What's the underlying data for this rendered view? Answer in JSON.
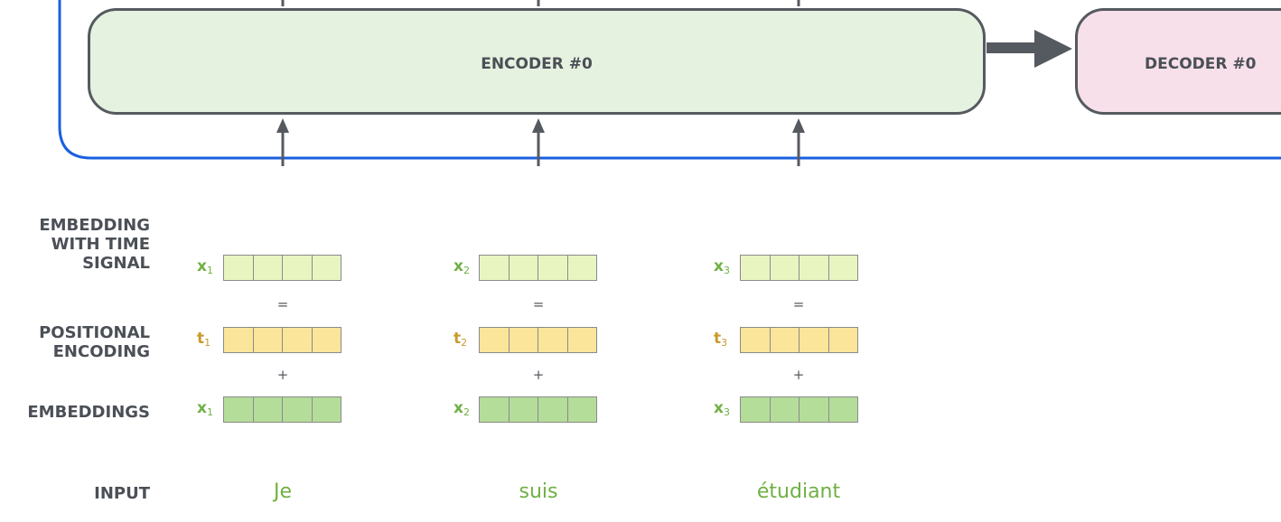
{
  "encoder": {
    "label": "ENCODER #0"
  },
  "decoder": {
    "label": "DECODER #0"
  },
  "row_labels": {
    "embedding_with_time_signal": [
      "EMBEDDING",
      "WITH TIME",
      "SIGNAL"
    ],
    "positional_encoding": [
      "POSITIONAL",
      "ENCODING"
    ],
    "embeddings": "EMBEDDINGS",
    "input": "INPUT"
  },
  "operators": {
    "equals": "=",
    "plus": "+"
  },
  "columns": [
    {
      "time_signal": {
        "sym": "x",
        "sub": "1"
      },
      "positional": {
        "sym": "t",
        "sub": "1"
      },
      "embedding": {
        "sym": "x",
        "sub": "1"
      },
      "word": "Je"
    },
    {
      "time_signal": {
        "sym": "x",
        "sub": "2"
      },
      "positional": {
        "sym": "t",
        "sub": "2"
      },
      "embedding": {
        "sym": "x",
        "sub": "2"
      },
      "word": "suis"
    },
    {
      "time_signal": {
        "sym": "x",
        "sub": "3"
      },
      "positional": {
        "sym": "t",
        "sub": "3"
      },
      "embedding": {
        "sym": "x",
        "sub": "3"
      },
      "word": "étudiant"
    }
  ],
  "colors": {
    "time_signal_fill": "#e9f5c1",
    "positional_fill": "#fbe59a",
    "embedding_fill": "#b5dd9a",
    "x_symbol": "#6fb043",
    "t_symbol": "#c99a2e",
    "frame_blue": "#1a5fe0",
    "arrow": "#555a60"
  }
}
